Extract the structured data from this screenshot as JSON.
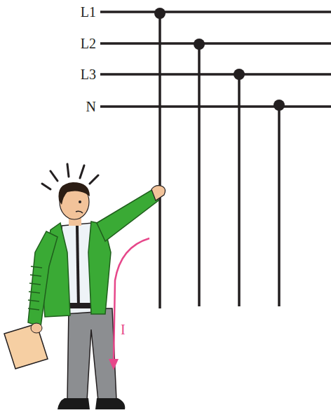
{
  "diagram": {
    "labels": [
      "L1",
      "L2",
      "L3",
      "N",
      "I"
    ]
  }
}
